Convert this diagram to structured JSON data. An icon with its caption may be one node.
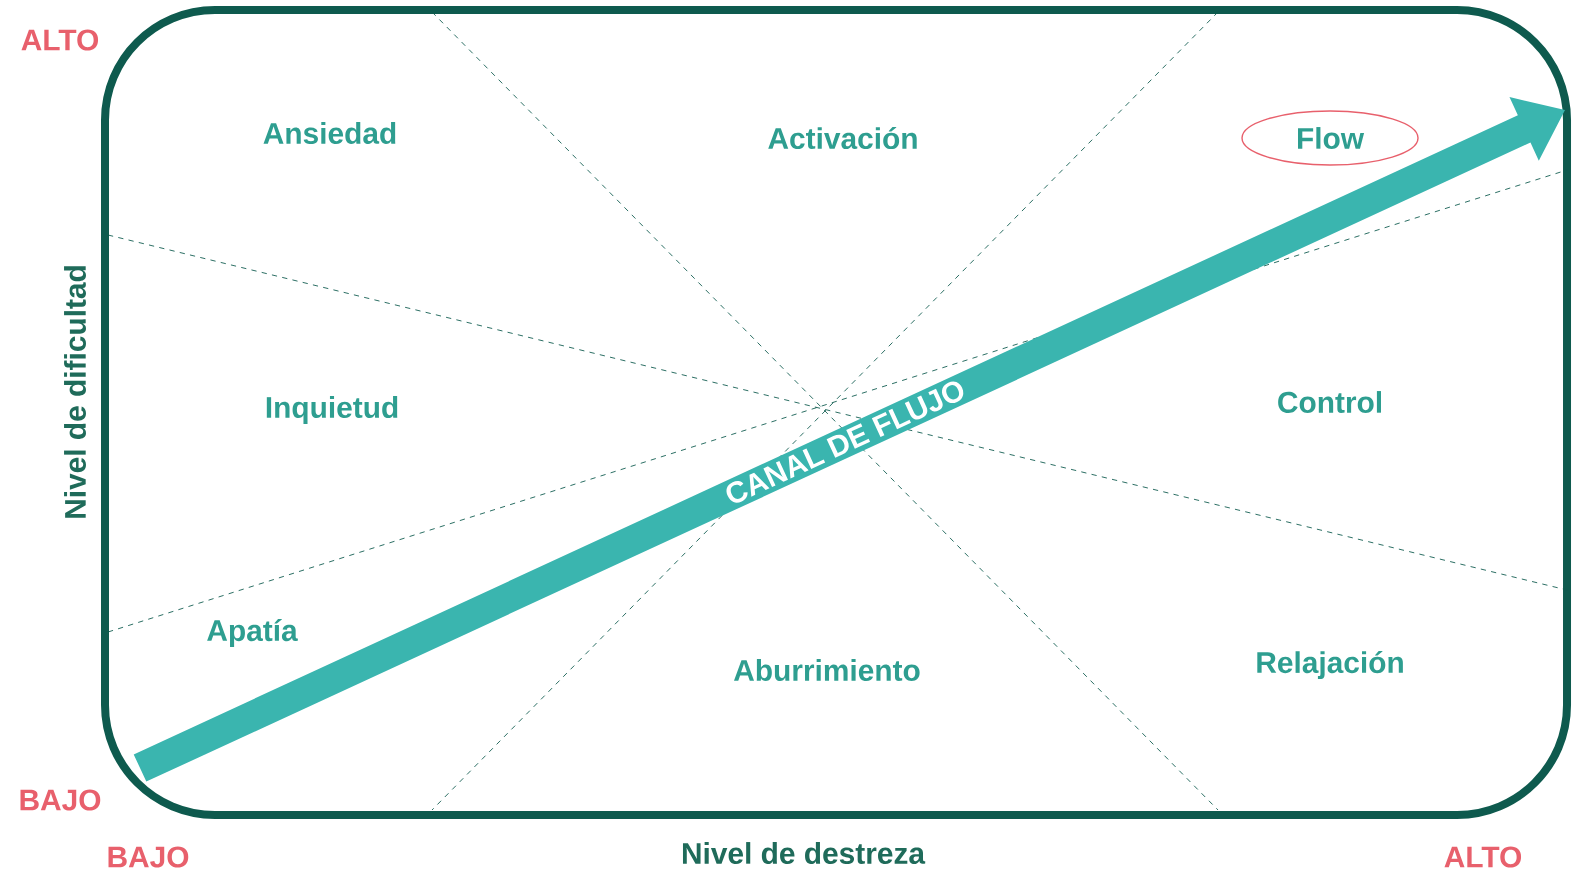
{
  "diagram": {
    "nodes": [
      {
        "text": [
          "Flow"
        ]
      }
    ],
    "labels": [
      "ALTO",
      "Ansiedad",
      "Activación",
      "Inquietud",
      "Control",
      "CANAL DE FLUJO",
      "Apatía",
      "Aburrimiento",
      "Relajación",
      "Nivel de dificultad",
      "BAJO",
      "BAJO",
      "Nivel de destreza",
      "ALTO"
    ]
  }
}
